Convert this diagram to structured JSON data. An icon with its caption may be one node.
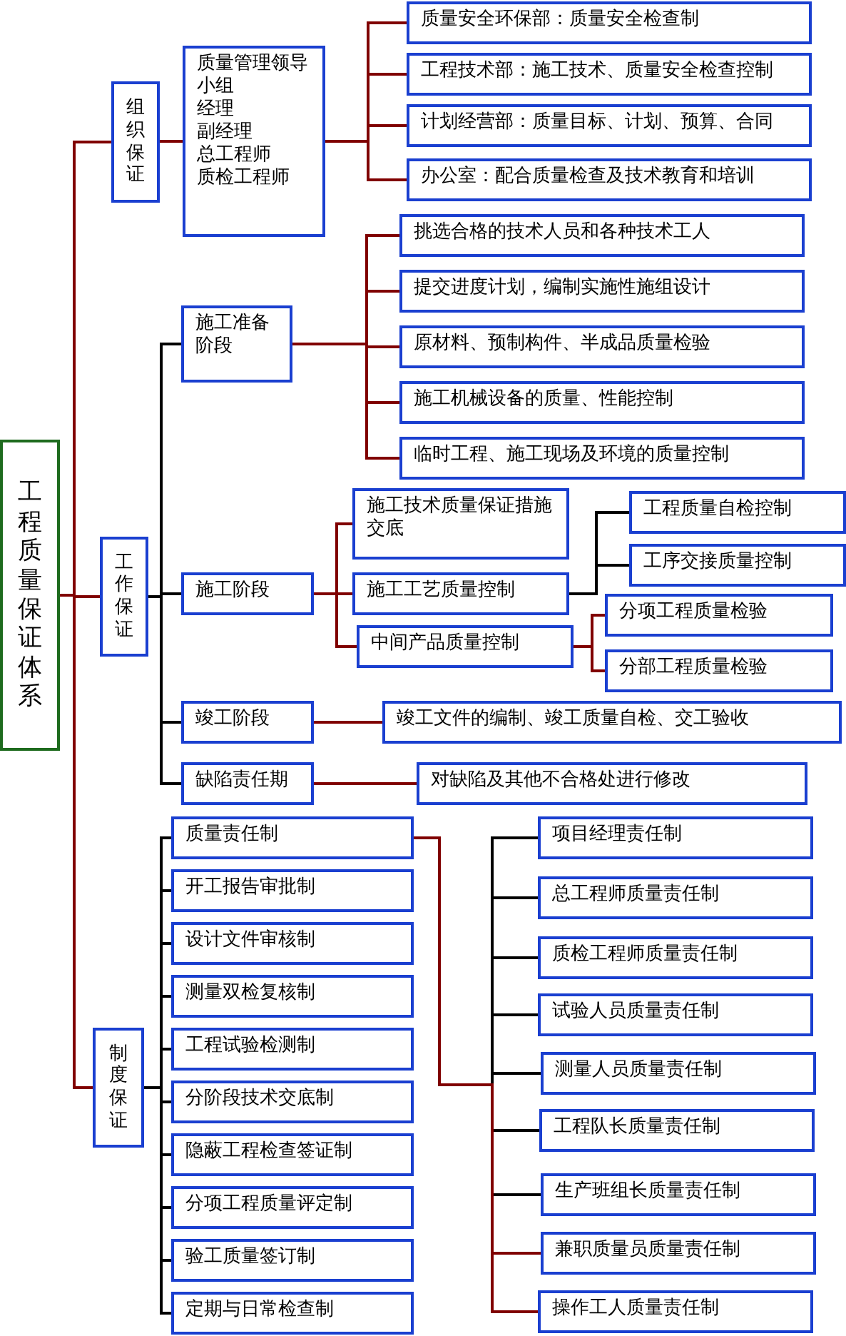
{
  "diagram": {
    "nodes": [
      {
        "text": [
          "工程质量保证体系"
        ]
      },
      {
        "text": [
          "组织保证"
        ]
      },
      {
        "text": [
          "质量管理领导小组",
          "经理",
          "副经理",
          "总工程师",
          "质检工程师"
        ]
      },
      {
        "text": [
          "质量安全环保部：质量安全检查制"
        ]
      },
      {
        "text": [
          "工程技术部：施工技术、质量安全检查控制"
        ]
      },
      {
        "text": [
          "计划经营部：质量目标、计划、预算、合同"
        ]
      },
      {
        "text": [
          "办公室：配合质量检查及技术教育和培训"
        ]
      },
      {
        "text": [
          "工作保证"
        ]
      },
      {
        "text": [
          "施工准备阶段"
        ]
      },
      {
        "text": [
          "挑选合格的技术人员和各种技术工人"
        ]
      },
      {
        "text": [
          "提交进度计划，编制实施性施组设计"
        ]
      },
      {
        "text": [
          "原材料、预制构件、半成品质量检验"
        ]
      },
      {
        "text": [
          "施工机械设备的质量、性能控制"
        ]
      },
      {
        "text": [
          "临时工程、施工现场及环境的质量控制"
        ]
      },
      {
        "text": [
          "施工阶段"
        ]
      },
      {
        "text": [
          "施工技术质量保证措施交底"
        ]
      },
      {
        "text": [
          "施工工艺质量控制"
        ]
      },
      {
        "text": [
          "工程质量自检控制"
        ]
      },
      {
        "text": [
          "工序交接质量控制"
        ]
      },
      {
        "text": [
          "中间产品质量控制"
        ]
      },
      {
        "text": [
          "分项工程质量检验"
        ]
      },
      {
        "text": [
          "分部工程质量检验"
        ]
      },
      {
        "text": [
          "竣工阶段"
        ]
      },
      {
        "text": [
          "竣工文件的编制、竣工质量自检、交工验收"
        ]
      },
      {
        "text": [
          "缺陷责任期"
        ]
      },
      {
        "text": [
          "对缺陷及其他不合格处进行修改"
        ]
      },
      {
        "text": [
          "制度保证"
        ]
      },
      {
        "text": [
          "质量责任制"
        ]
      },
      {
        "text": [
          "开工报告审批制"
        ]
      },
      {
        "text": [
          "设计文件审核制"
        ]
      },
      {
        "text": [
          "测量双检复核制"
        ]
      },
      {
        "text": [
          "工程试验检测制"
        ]
      },
      {
        "text": [
          "分阶段技术交底制"
        ]
      },
      {
        "text": [
          "隐蔽工程检查签证制"
        ]
      },
      {
        "text": [
          "分项工程质量评定制"
        ]
      },
      {
        "text": [
          "验工质量签订制"
        ]
      },
      {
        "text": [
          "定期与日常检查制"
        ]
      },
      {
        "text": [
          "项目经理责任制"
        ]
      },
      {
        "text": [
          "总工程师质量责任制"
        ]
      },
      {
        "text": [
          "质检工程师质量责任制"
        ]
      },
      {
        "text": [
          "试验人员质量责任制"
        ]
      },
      {
        "text": [
          "测量人员质量责任制"
        ]
      },
      {
        "text": [
          "工程队长质量责任制"
        ]
      },
      {
        "text": [
          "生产班组长质量责任制"
        ]
      },
      {
        "text": [
          "兼职质量员质量责任制"
        ]
      },
      {
        "text": [
          "操作工人质量责任制"
        ]
      }
    ],
    "edges": [
      {
        "from": 0,
        "to": 1,
        "arrow": "none",
        "color": "#800000"
      },
      {
        "from": 0,
        "to": 7,
        "arrow": "none",
        "color": "#800000"
      },
      {
        "from": 0,
        "to": 26,
        "arrow": "none",
        "color": "#800000"
      },
      {
        "from": 1,
        "to": 2,
        "arrow": "none",
        "color": "#800000"
      },
      {
        "from": 2,
        "to": 3,
        "arrow": "none",
        "color": "#800000"
      },
      {
        "from": 2,
        "to": 4,
        "arrow": "none",
        "color": "#800000"
      },
      {
        "from": 2,
        "to": 5,
        "arrow": "none",
        "color": "#800000"
      },
      {
        "from": 2,
        "to": 6,
        "arrow": "none",
        "color": "#800000"
      },
      {
        "from": 7,
        "to": 8,
        "arrow": "none"
      },
      {
        "from": 7,
        "to": 14,
        "arrow": "none"
      },
      {
        "from": 7,
        "to": 22,
        "arrow": "none"
      },
      {
        "from": 7,
        "to": 24,
        "arrow": "none"
      },
      {
        "from": 8,
        "to": 9,
        "arrow": "none",
        "color": "#800000"
      },
      {
        "from": 8,
        "to": 10,
        "arrow": "none",
        "color": "#800000"
      },
      {
        "from": 8,
        "to": 11,
        "arrow": "none",
        "color": "#800000"
      },
      {
        "from": 8,
        "to": 12,
        "arrow": "none",
        "color": "#800000"
      },
      {
        "from": 8,
        "to": 13,
        "arrow": "none",
        "color": "#800000"
      },
      {
        "from": 14,
        "to": 15,
        "arrow": "none",
        "color": "#800000"
      },
      {
        "from": 14,
        "to": 16,
        "arrow": "none",
        "color": "#800000"
      },
      {
        "from": 14,
        "to": 19,
        "arrow": "none",
        "color": "#800000"
      },
      {
        "from": 16,
        "to": 17,
        "arrow": "none"
      },
      {
        "from": 16,
        "to": 18,
        "arrow": "none"
      },
      {
        "from": 19,
        "to": 20,
        "arrow": "none",
        "color": "#800000"
      },
      {
        "from": 19,
        "to": 21,
        "arrow": "none",
        "color": "#800000"
      },
      {
        "from": 22,
        "to": 23,
        "arrow": "none",
        "color": "#800000"
      },
      {
        "from": 24,
        "to": 25,
        "arrow": "none",
        "color": "#800000"
      },
      {
        "from": 26,
        "to": 27,
        "arrow": "none"
      },
      {
        "from": 26,
        "to": 28,
        "arrow": "none"
      },
      {
        "from": 26,
        "to": 29,
        "arrow": "none"
      },
      {
        "from": 26,
        "to": 30,
        "arrow": "none"
      },
      {
        "from": 26,
        "to": 31,
        "arrow": "none"
      },
      {
        "from": 26,
        "to": 32,
        "arrow": "none"
      },
      {
        "from": 26,
        "to": 33,
        "arrow": "none"
      },
      {
        "from": 26,
        "to": 34,
        "arrow": "none"
      },
      {
        "from": 26,
        "to": 35,
        "arrow": "none"
      },
      {
        "from": 26,
        "to": 36,
        "arrow": "none"
      },
      {
        "from": 27,
        "to": 37,
        "arrow": "none"
      },
      {
        "from": 27,
        "to": 38,
        "arrow": "none"
      },
      {
        "from": 27,
        "to": 39,
        "arrow": "none"
      },
      {
        "from": 27,
        "to": 40,
        "arrow": "none"
      },
      {
        "from": 27,
        "to": 41,
        "arrow": "none"
      },
      {
        "from": 27,
        "to": 42,
        "arrow": "none"
      },
      {
        "from": 27,
        "to": 43,
        "arrow": "none"
      },
      {
        "from": 27,
        "to": 44,
        "arrow": "none",
        "color": "#800000"
      },
      {
        "from": 27,
        "to": 45,
        "arrow": "none",
        "color": "#800000"
      }
    ]
  }
}
